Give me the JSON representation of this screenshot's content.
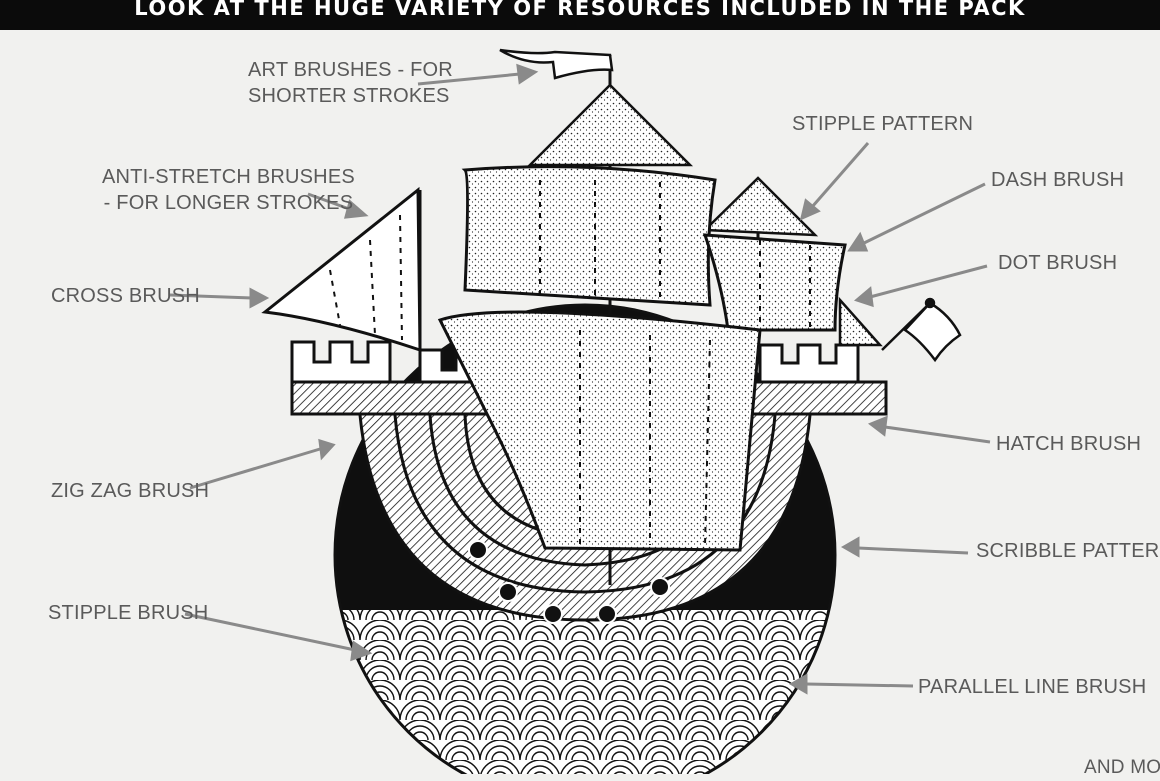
{
  "banner": {
    "title": "LOOK AT THE HUGE VARIETY OF RESOURCES INCLUDED IN THE PACK"
  },
  "labels": {
    "art_brushes_line1": "ART BRUSHES - FOR",
    "art_brushes_line2": "SHORTER STROKES",
    "stipple_pattern": "STIPPLE PATTERN",
    "anti_stretch_line1": "ANTI-STRETCH BRUSHES",
    "anti_stretch_line2": "- FOR LONGER STROKES",
    "dash_brush": "DASH BRUSH",
    "dot_brush": "DOT BRUSH",
    "cross_brush": "CROSS BRUSH",
    "hatch_brush": "HATCH BRUSH",
    "zig_zag_brush": "ZIG ZAG BRUSH",
    "scribble_pattern": "SCRIBBLE PATTERN",
    "stipple_brush": "STIPPLE BRUSH",
    "parallel_line_brush": "PARALLEL LINE BRUSH",
    "and_more": "AND MORE"
  },
  "colors": {
    "ink": "#111111",
    "paper": "#f1f1ef",
    "label_text": "#5a5a5a",
    "arrow": "#8a8a8a",
    "banner_bg": "#0b0b0b",
    "banner_text": "#ffffff"
  }
}
